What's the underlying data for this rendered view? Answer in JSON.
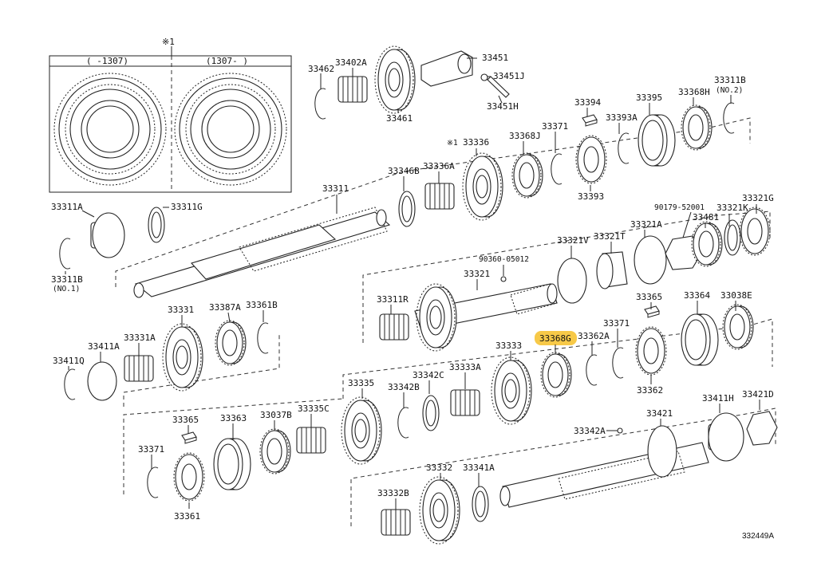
{
  "diagram": {
    "drawing_number": "332449A",
    "footnote_mark": "※1",
    "inset": {
      "left_label": "(   -1307)",
      "right_label": "(1307-    )"
    },
    "highlighted_part": "33368G",
    "labels": {
      "p33462": "33462",
      "p33402A": "33402A",
      "p33451": "33451",
      "p33451J": "33451J",
      "p33451H": "33451H",
      "p33461": "33461",
      "p33394": "33394",
      "p33395": "33395",
      "p33368H": "33368H",
      "p33311B_2": "33311B",
      "no2": "(NO.2)",
      "p33393A": "33393A",
      "p33371_a": "33371",
      "p33368J": "33368J",
      "p33336": "33336",
      "mark1": "※1",
      "p33336A": "33336A",
      "p33346B": "33346B",
      "p33393": "33393",
      "p33311": "33311",
      "p33311A": "33311A",
      "p33311G": "33311G",
      "p33311B_1": "33311B",
      "no1": "(NO.1)",
      "p90179": "90179-52001",
      "p33321K": "33321K",
      "p33321G": "33321G",
      "p33481": "33481",
      "p33321A": "33321A",
      "p33321V": "33321V",
      "p33321T": "33321T",
      "p90360": "90360-05012",
      "p33321": "33321",
      "p33311R": "33311R",
      "p33365_a": "33365",
      "p33364": "33364",
      "p33038E": "33038E",
      "p33371_b": "33371",
      "p33362A": "33362A",
      "p33368G": "33368G",
      "p33362": "33362",
      "p33333": "33333",
      "p33331": "33331",
      "p33387A": "33387A",
      "p33361B": "33361B",
      "p33331A": "33331A",
      "p33411A": "33411A",
      "p33411Q": "33411Q",
      "p33335": "33335",
      "p33342B": "33342B",
      "p33342C": "33342C",
      "p33333A": "33333A",
      "p33365_b": "33365",
      "p33363": "33363",
      "p33037B": "33037B",
      "p33335C": "33335C",
      "p33371_c": "33371",
      "p33361": "33361",
      "p33421": "33421",
      "p33411H": "33411H",
      "p33421D": "33421D",
      "p33342A": "33342A",
      "p33332": "33332",
      "p33341A": "33341A",
      "p33332B": "33332B"
    }
  }
}
